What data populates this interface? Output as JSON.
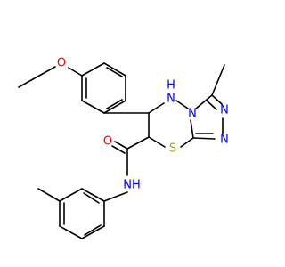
{
  "molecule": {
    "colors": {
      "bond": "#000000",
      "oxygen": "#ff0000",
      "nitrogen": "#0000ff",
      "sulfur": "#b2a800",
      "carbon": "#000000"
    },
    "atoms": [
      {
        "id": "ethoxy_oxygen",
        "element": "O",
        "label": "O",
        "color_key": "oxygen"
      },
      {
        "id": "amine_nh",
        "element": "N",
        "label": "H\nN",
        "label_top": "H",
        "label_bottom": "N",
        "color_key": "nitrogen"
      },
      {
        "id": "triazole_n4",
        "element": "N",
        "label": "N",
        "color_key": "nitrogen"
      },
      {
        "id": "triazole_n1",
        "element": "N",
        "label": "N",
        "color_key": "nitrogen"
      },
      {
        "id": "triazole_n2",
        "element": "N",
        "label": "N",
        "color_key": "nitrogen"
      },
      {
        "id": "carbonyl_oxygen",
        "element": "O",
        "label": "O",
        "color_key": "oxygen"
      },
      {
        "id": "thiadiazine_sulfur",
        "element": "S",
        "label": "S",
        "color_key": "sulfur"
      },
      {
        "id": "amide_nh",
        "element": "N",
        "label": "NH",
        "color_key": "nitrogen"
      }
    ]
  }
}
